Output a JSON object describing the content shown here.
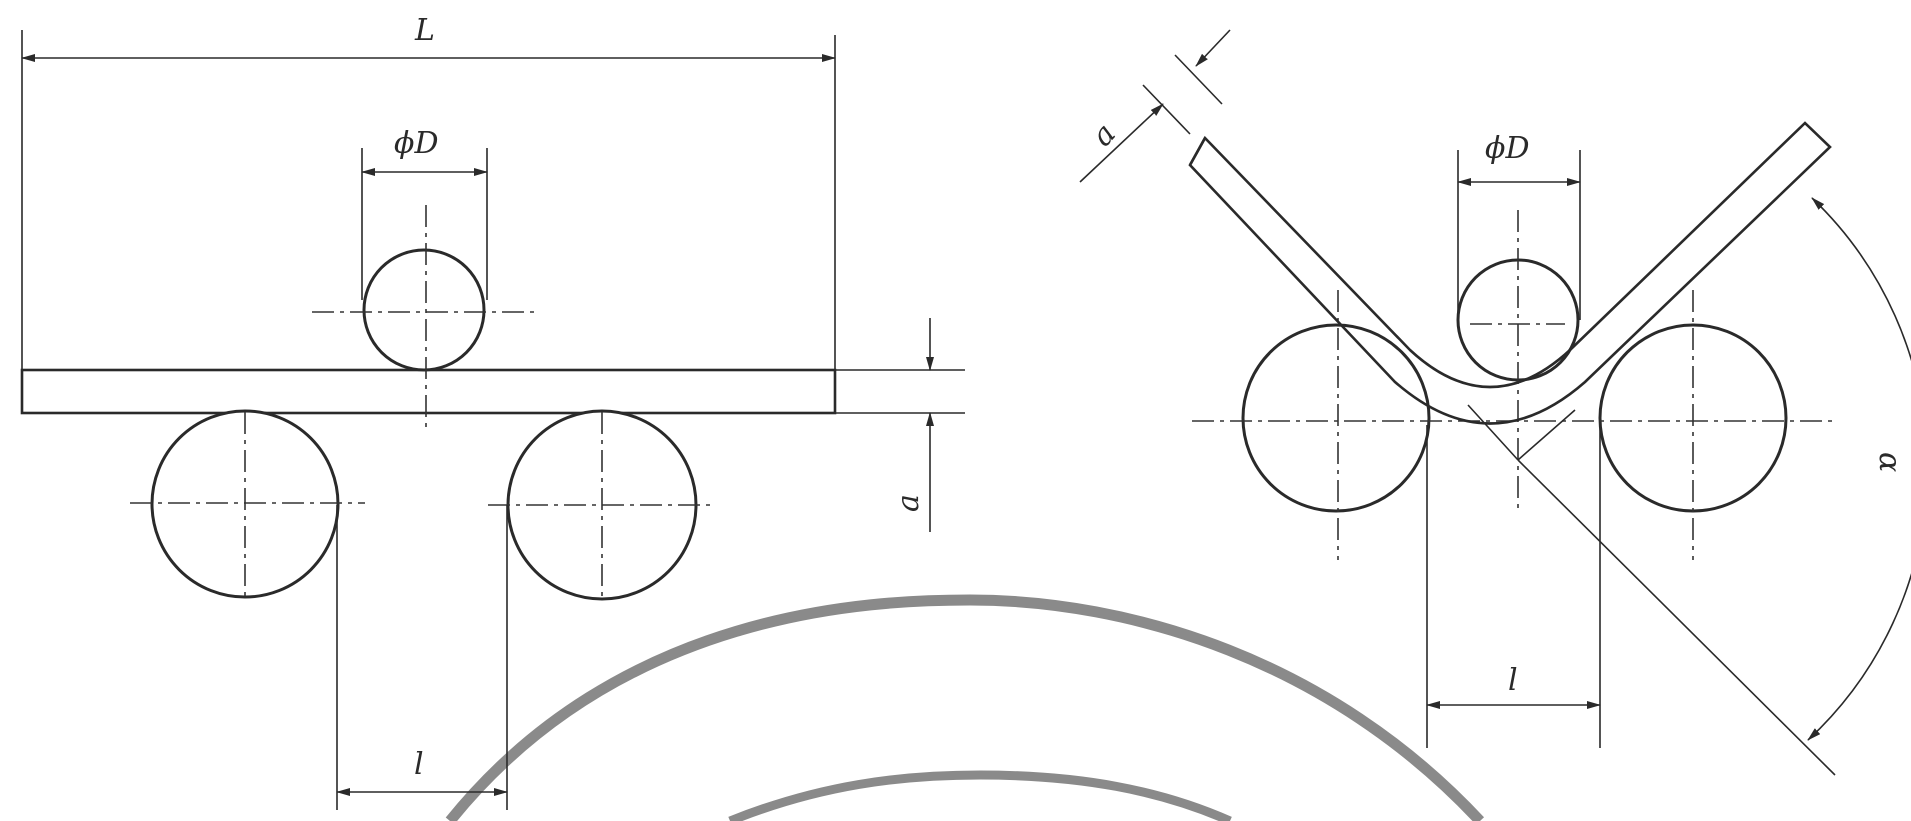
{
  "labels": {
    "length": "L",
    "diameter": "ϕD",
    "thickness": "a",
    "span": "l",
    "angle": "α"
  },
  "colors": {
    "line": "#2a2a2a",
    "background_arc": "#8a8a8a"
  }
}
